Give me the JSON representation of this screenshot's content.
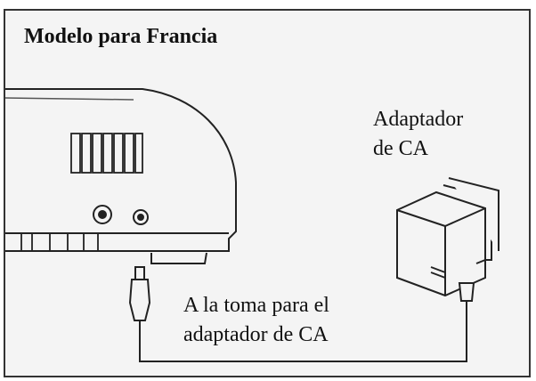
{
  "title": "Modelo para Francia",
  "adapter_label": {
    "line1": "Adaptador",
    "line2": "de CA"
  },
  "socket_label": {
    "line1": "A la toma para el",
    "line2": "adaptador de CA"
  }
}
